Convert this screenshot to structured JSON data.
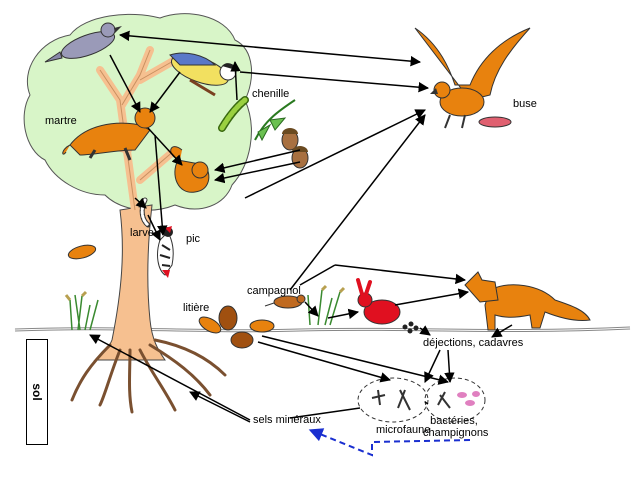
{
  "labels": {
    "martre": "martre",
    "chenille": "chenille",
    "buse": "buse",
    "larve": "larve",
    "pic": "pic",
    "campagnol": "campagnol",
    "litiere": "litière",
    "dejections": "déjections, cadavres",
    "microfaune": "microfaune",
    "bacteries_line1": "bactéries,",
    "bacteries_line2": "champignons",
    "sels": "sels minéraux",
    "sol": "sol"
  },
  "colors": {
    "tree_crown": "#d8f5c8",
    "trunk": "#f6c090",
    "predator_orange": "#e8820e",
    "rabbit": "#e01020",
    "arrow": "#000000",
    "mineral_cycle_arrow": "#1a2fd0",
    "ground_line": "#808080"
  }
}
